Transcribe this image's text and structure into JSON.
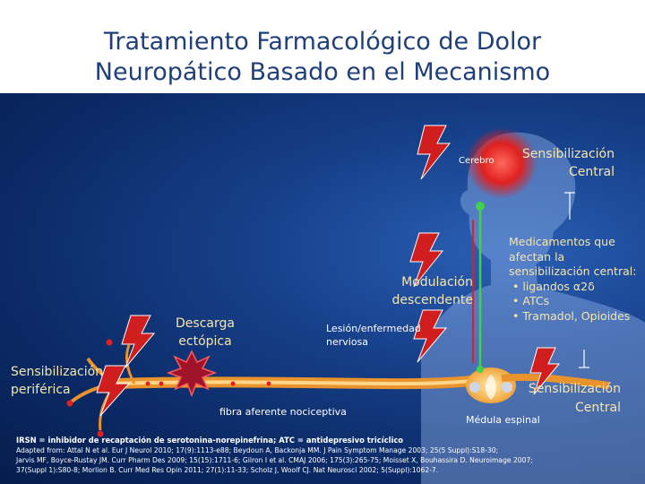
{
  "slide": {
    "title_line1": "Tratamiento Farmacológico de Dolor",
    "title_line2": "Neuropático Basado en el Mecanismo"
  },
  "labels": {
    "cerebro": "Cerebro",
    "central_sensitization_line1": "Sensibilización",
    "central_sensitization_line2": "Central",
    "descending_modulation_line1": "Modulación",
    "descending_modulation_line2": "descendente",
    "ectopic_discharge_line1": "Descarga",
    "ectopic_discharge_line2": "ectópica",
    "lesion_line1": "Lesión/enfermedad",
    "lesion_line2": "nerviosa",
    "peripheral_sensitization_line1": "Sensibilización",
    "peripheral_sensitization_line2": "periférica",
    "afferent_fiber": "fibra aferente nociceptiva",
    "spinal_cord": "Médula espinal",
    "central_sensitization2_line1": "Sensibilización",
    "central_sensitization2_line2": "Central"
  },
  "drugs": {
    "heading_line1": "Medicamentos que",
    "heading_line2": "afectan la",
    "heading_line3": "sensibilización central:",
    "items": [
      "ligandos α2δ",
      "ATCs",
      "Tramadol, Opioides"
    ]
  },
  "footer": {
    "abbreviations": "IRSN = inhibidor de recaptación de serotonina-norepinefrina; ATC = antidepresivo tricíclico",
    "ref1": "Adapted from: Attal N et al. Eur J Neurol 2010; 17(9):1113-e88; Beydoun A, Backonja MM. J Pain Symptom Manage 2003; 25(5 Suppl):S18-30;",
    "ref2": "Jarvis MF, Boyce-Rustay JM. Curr Pharm Des 2009; 15(15):1711-6; Gilron I et al. CMAJ 2006; 175(3):265-75; Moisset X, Bouhassira D. Neuroimage 2007;",
    "ref3": "37(Suppl 1):S80-8; Morlion B. Curr Med Res Opin 2011; 27(1):11-33; Scholz J, Woolf CJ. Nat Neurosci 2002; 5(Suppl):1062-7."
  },
  "colors": {
    "title": "#1f3f7a",
    "label_cream": "#f5e6b0",
    "nerve": "#f2a13a",
    "lightning": "#d01e1e",
    "pathway_green": "#3fd24a",
    "background": "#0b2a66"
  }
}
